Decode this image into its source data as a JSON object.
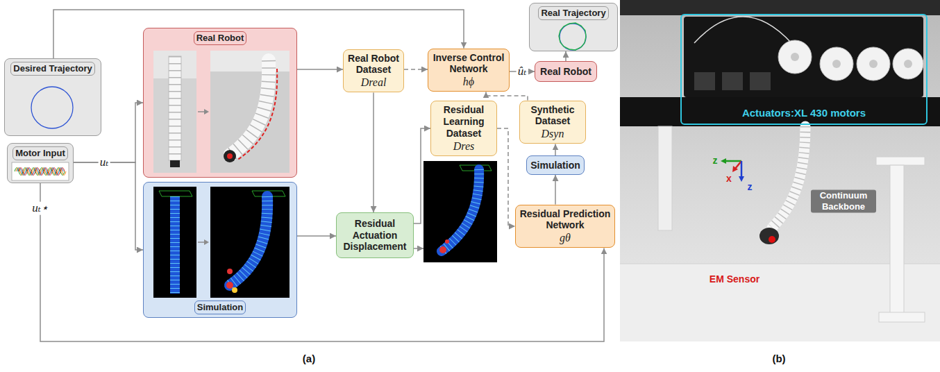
{
  "diagram": {
    "nodes": [
      {
        "text": [
          "Desired Trajectory"
        ]
      },
      {
        "text": [
          "Motor Input"
        ]
      },
      {
        "text": [
          "Real Robot"
        ]
      },
      {
        "text": [
          "Simulation"
        ]
      },
      {
        "text": [
          "Real Robot Dataset",
          "Dreal"
        ]
      },
      {
        "text": [
          "Residual Actuation Displacement"
        ]
      },
      {
        "text": [
          "Residual Learning Dataset",
          "Dres"
        ]
      },
      {
        "text": [
          "Inverse Control Network",
          "hϕ"
        ]
      },
      {
        "text": [
          "Real Robot"
        ]
      },
      {
        "text": [
          "Real Trajectory"
        ]
      },
      {
        "text": [
          "Synthetic Dataset",
          "Dsyn"
        ]
      },
      {
        "text": [
          "Simulation"
        ]
      },
      {
        "text": [
          "Residual Prediction Network",
          "gθ"
        ]
      },
      {
        "text": [
          "Actuators:XL 430 motors"
        ]
      }
    ],
    "edges": [
      {
        "from": 0,
        "to": 7,
        "arrow": "to"
      },
      {
        "from": 1,
        "to": 2,
        "arrow": "to"
      },
      {
        "from": 1,
        "to": 3,
        "arrow": "to"
      },
      {
        "from": 2,
        "to": 4,
        "arrow": "to"
      },
      {
        "from": 3,
        "to": 5,
        "arrow": "to"
      },
      {
        "from": 4,
        "to": 5,
        "arrow": "to"
      },
      {
        "from": 4,
        "to": 7,
        "arrow": "to"
      },
      {
        "from": 5,
        "to": 6,
        "arrow": "to"
      },
      {
        "from": 6,
        "to": 12,
        "arrow": "to"
      },
      {
        "from": 7,
        "to": 8,
        "label": "ûₜ",
        "arrow": "to"
      },
      {
        "from": 8,
        "to": 9,
        "arrow": "to"
      },
      {
        "from": 12,
        "to": 11,
        "arrow": "to"
      },
      {
        "from": 11,
        "to": 10,
        "arrow": "to"
      },
      {
        "from": 10,
        "to": 7,
        "arrow": "to"
      },
      {
        "from": 1,
        "to": 12,
        "arrow": "to"
      }
    ],
    "labels": [
      "uₜ",
      "uₜ⋆",
      "(a)",
      "(b)",
      "z",
      "x",
      "z",
      "Continuum Backbone",
      "EM Sensor"
    ]
  }
}
